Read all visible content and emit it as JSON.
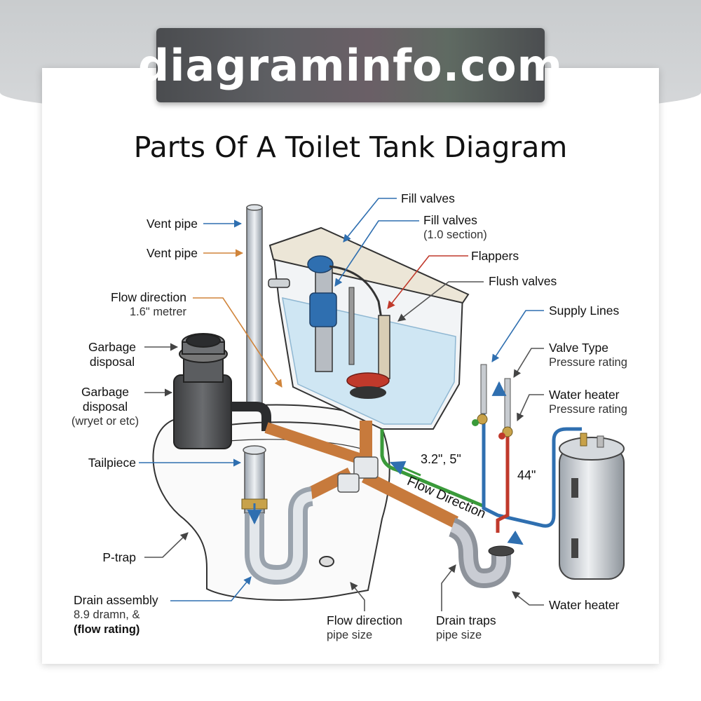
{
  "watermark": "diagraminfo.com",
  "title": "Parts Of A Toilet Tank Diagram",
  "labels": {
    "vent_pipe_1": "Vent pipe",
    "vent_pipe_2": "Vent pipe",
    "flow_direction": {
      "line1": "Flow direction",
      "line2": "1.6\" metrer"
    },
    "garbage_disposal_1": {
      "line1": "Garbage",
      "line2": "disposal"
    },
    "garbage_disposal_2": {
      "line1": "Garbage",
      "line2": "disposal",
      "line3": "(wryet or etc)"
    },
    "tailpiece": "Tailpiece",
    "p_trap": "P-trap",
    "drain_assembly": {
      "line1": "Drain assembly",
      "line2": "8.9 dramn, &",
      "line3": "(flow rating)"
    },
    "fill_valves_1": "Fill valves",
    "fill_valves_2": {
      "line1": "Fill valves",
      "line2": "(1.0 section)"
    },
    "flappers": "Flappers",
    "flush_valves": "Flush valves",
    "supply_lines": "Supply Lines",
    "valve_type": {
      "line1": "Valve Type",
      "line2": "Pressure rating"
    },
    "water_heater_top": {
      "line1": "Water heater",
      "line2": "Pressure rating"
    },
    "water_heater_bottom": "Water heater",
    "flow_direction_bottom": {
      "line1": "Flow direction",
      "line2": "pipe size"
    },
    "drain_traps": {
      "line1": "Drain traps",
      "line2": "pipe size"
    }
  },
  "in_diagram": {
    "dimension_1": "3.2\", 5\"",
    "dimension_2": "44\"",
    "flow_direction": "Flow Direction"
  },
  "colors": {
    "hot": "#c0392b",
    "cold": "#2f6fb0",
    "supply_green": "#3a9a3a",
    "copper": "#c77a3c",
    "water": "#cfe6f3"
  }
}
